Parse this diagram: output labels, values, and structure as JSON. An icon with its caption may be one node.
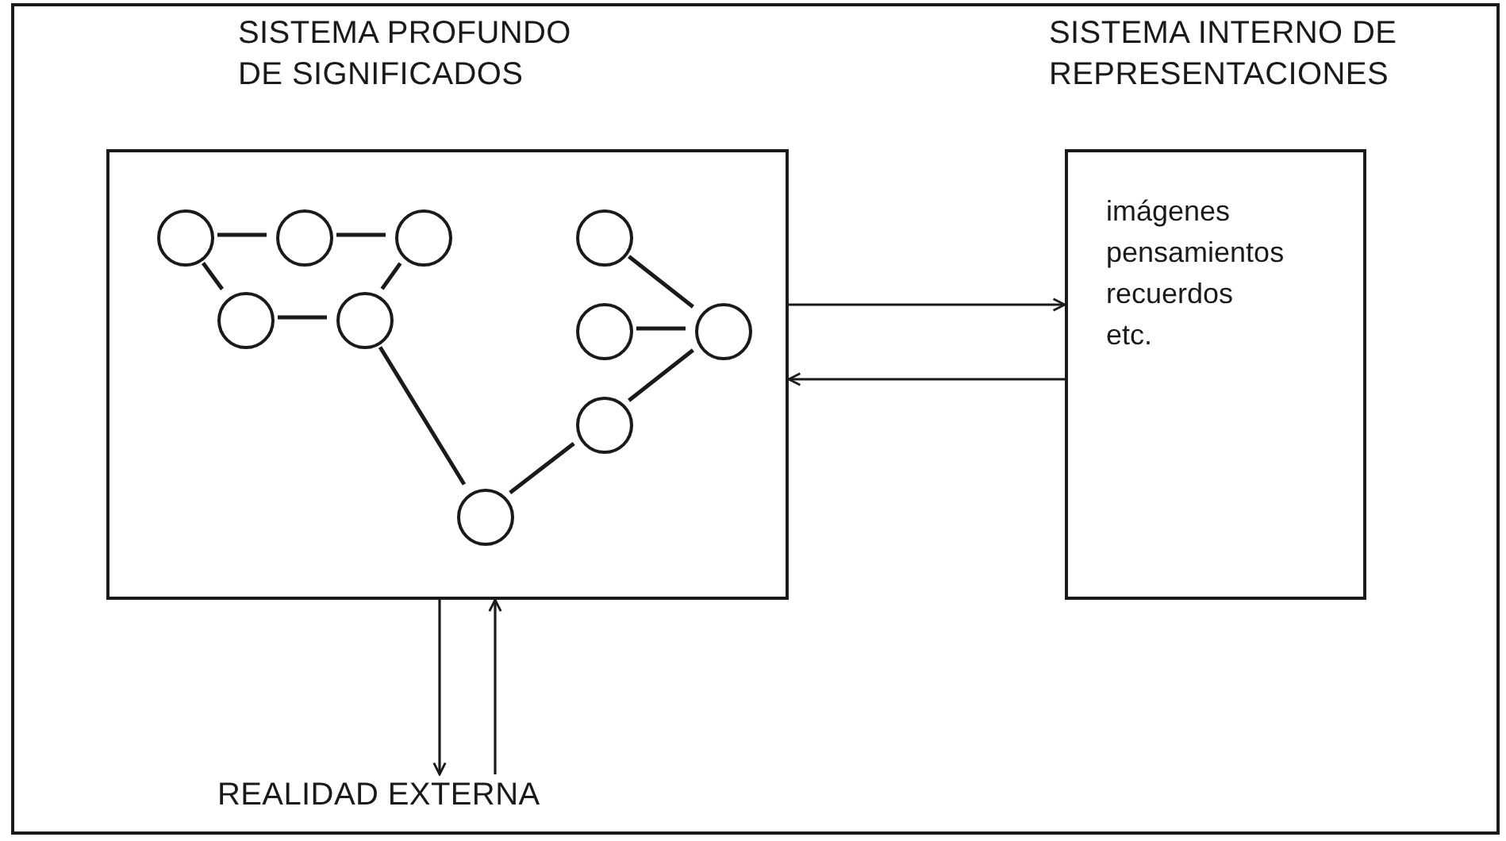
{
  "diagram": {
    "nodes": [
      {
        "text": [
          "SISTEMA PROFUNDO DE SIGNIFICADOS"
        ]
      },
      {
        "text": [
          "SISTEMA INTERNO DE REPRESENTACIONES",
          "imágenes",
          "pensamientos",
          "recuerdos",
          "etc."
        ]
      },
      {
        "text": [
          "REALIDAD EXTERNA"
        ]
      },
      {
        "text": [],
        "shape": "circle",
        "in": 0
      },
      {
        "text": [],
        "shape": "circle",
        "in": 0
      },
      {
        "text": [],
        "shape": "circle",
        "in": 0
      },
      {
        "text": [],
        "shape": "circle",
        "in": 0
      },
      {
        "text": [],
        "shape": "circle",
        "in": 0
      },
      {
        "text": [],
        "shape": "circle",
        "in": 0
      },
      {
        "text": [],
        "shape": "circle",
        "in": 0
      },
      {
        "text": [],
        "shape": "circle",
        "in": 0
      },
      {
        "text": [],
        "shape": "circle",
        "in": 0
      },
      {
        "text": [],
        "shape": "circle",
        "in": 0
      }
    ],
    "edges": [
      {
        "from": 3,
        "to": 4,
        "arrow": "none"
      },
      {
        "from": 4,
        "to": 5,
        "arrow": "none"
      },
      {
        "from": 3,
        "to": 7,
        "arrow": "none"
      },
      {
        "from": 7,
        "to": 8,
        "arrow": "none"
      },
      {
        "from": 5,
        "to": 8,
        "arrow": "none"
      },
      {
        "from": 8,
        "to": 12,
        "arrow": "none"
      },
      {
        "from": 12,
        "to": 11,
        "arrow": "none"
      },
      {
        "from": 11,
        "to": 10,
        "arrow": "none"
      },
      {
        "from": 9,
        "to": 10,
        "arrow": "none"
      },
      {
        "from": 6,
        "to": 10,
        "arrow": "none"
      },
      {
        "from": 0,
        "to": 1,
        "arrow": "to"
      },
      {
        "from": 1,
        "to": 0,
        "arrow": "to"
      },
      {
        "from": 0,
        "to": 2,
        "arrow": "to"
      },
      {
        "from": 2,
        "to": 0,
        "arrow": "to"
      }
    ]
  }
}
